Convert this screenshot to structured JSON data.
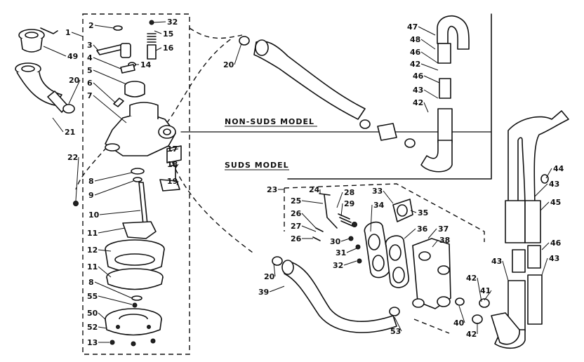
{
  "diagram": {
    "headings": {
      "non_suds": "NON-SUDS MODEL",
      "suds": "SUDS MODEL"
    },
    "callouts": [
      {
        "id": "c1",
        "text": "1"
      },
      {
        "id": "c2",
        "text": "2"
      },
      {
        "id": "c3",
        "text": "3"
      },
      {
        "id": "c4",
        "text": "4"
      },
      {
        "id": "c5",
        "text": "5"
      },
      {
        "id": "c6",
        "text": "6"
      },
      {
        "id": "c7",
        "text": "7"
      },
      {
        "id": "c8a",
        "text": "8"
      },
      {
        "id": "c8b",
        "text": "8"
      },
      {
        "id": "c9",
        "text": "9"
      },
      {
        "id": "c10",
        "text": "10"
      },
      {
        "id": "c11a",
        "text": "11"
      },
      {
        "id": "c11b",
        "text": "11"
      },
      {
        "id": "c12",
        "text": "12"
      },
      {
        "id": "c13",
        "text": "13"
      },
      {
        "id": "c14",
        "text": "14"
      },
      {
        "id": "c15",
        "text": "15"
      },
      {
        "id": "c16",
        "text": "16"
      },
      {
        "id": "c17",
        "text": "17"
      },
      {
        "id": "c18",
        "text": "18"
      },
      {
        "id": "c19",
        "text": "19"
      },
      {
        "id": "c20a",
        "text": "20"
      },
      {
        "id": "c20b",
        "text": "20"
      },
      {
        "id": "c20c",
        "text": "20"
      },
      {
        "id": "c21",
        "text": "21"
      },
      {
        "id": "c22",
        "text": "22"
      },
      {
        "id": "c23",
        "text": "23"
      },
      {
        "id": "c24",
        "text": "24"
      },
      {
        "id": "c25",
        "text": "25"
      },
      {
        "id": "c26a",
        "text": "26"
      },
      {
        "id": "c26b",
        "text": "26"
      },
      {
        "id": "c27",
        "text": "27"
      },
      {
        "id": "c28",
        "text": "28"
      },
      {
        "id": "c29",
        "text": "29"
      },
      {
        "id": "c30",
        "text": "30"
      },
      {
        "id": "c31",
        "text": "31"
      },
      {
        "id": "c32a",
        "text": "32"
      },
      {
        "id": "c32b",
        "text": "32"
      },
      {
        "id": "c33",
        "text": "33"
      },
      {
        "id": "c34",
        "text": "34"
      },
      {
        "id": "c35",
        "text": "35"
      },
      {
        "id": "c36",
        "text": "36"
      },
      {
        "id": "c37",
        "text": "37"
      },
      {
        "id": "c38",
        "text": "38"
      },
      {
        "id": "c39",
        "text": "39"
      },
      {
        "id": "c40",
        "text": "40"
      },
      {
        "id": "c41",
        "text": "41"
      },
      {
        "id": "c42a",
        "text": "42"
      },
      {
        "id": "c42b",
        "text": "42"
      },
      {
        "id": "c42c",
        "text": "42"
      },
      {
        "id": "c42d",
        "text": "42"
      },
      {
        "id": "c43a",
        "text": "43"
      },
      {
        "id": "c43b",
        "text": "43"
      },
      {
        "id": "c43c",
        "text": "43"
      },
      {
        "id": "c43d",
        "text": "43"
      },
      {
        "id": "c44",
        "text": "44"
      },
      {
        "id": "c45",
        "text": "45"
      },
      {
        "id": "c46a",
        "text": "46"
      },
      {
        "id": "c46b",
        "text": "46"
      },
      {
        "id": "c46c",
        "text": "46"
      },
      {
        "id": "c47",
        "text": "47"
      },
      {
        "id": "c48",
        "text": "48"
      },
      {
        "id": "c49",
        "text": "49"
      },
      {
        "id": "c50",
        "text": "50"
      },
      {
        "id": "c52",
        "text": "52"
      },
      {
        "id": "c53",
        "text": "53"
      },
      {
        "id": "c55",
        "text": "55"
      }
    ]
  }
}
